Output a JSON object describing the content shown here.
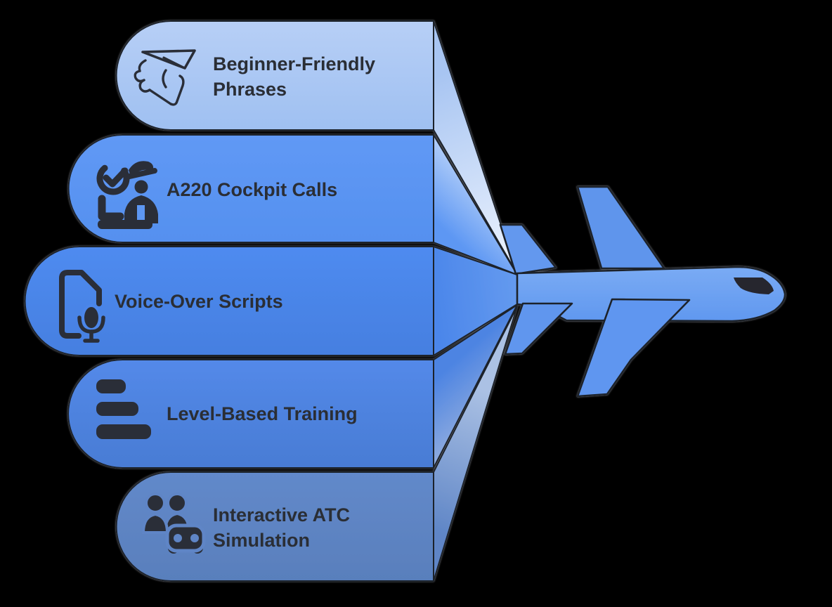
{
  "figure": {
    "kind": "funnel-infographic",
    "description_elements": "five feature banners converging into airplane"
  },
  "banners": [
    {
      "id": "beginner-friendly-phrases",
      "lines": [
        "Beginner-Friendly",
        "Phrases"
      ],
      "icon": "paper-plane-hand-icon",
      "color": "#a8c5f2"
    },
    {
      "id": "a220-cockpit-calls",
      "lines": [
        "A220 Cockpit Calls"
      ],
      "icon": "pilot-check-icon",
      "color": "#5d97f3"
    },
    {
      "id": "voice-over-scripts",
      "lines": [
        "Voice-Over Scripts"
      ],
      "icon": "document-microphone-icon",
      "color": "#4b86ea"
    },
    {
      "id": "level-based-training",
      "lines": [
        "Level-Based Training"
      ],
      "icon": "level-bars-icon",
      "color": "#4d84e2"
    },
    {
      "id": "interactive-atc-simulation",
      "lines": [
        "Interactive ATC",
        "Simulation"
      ],
      "icon": "people-controller-icon",
      "color": "#5e85c6"
    }
  ],
  "plane": {
    "kind": "airplane-silhouette",
    "fill": "#6ba2f2",
    "outline": "#1f222a",
    "cockpit": "#26282e"
  },
  "colors": {
    "background": "#000000",
    "text": "#2b2d36",
    "icon": "#2b2e38"
  }
}
